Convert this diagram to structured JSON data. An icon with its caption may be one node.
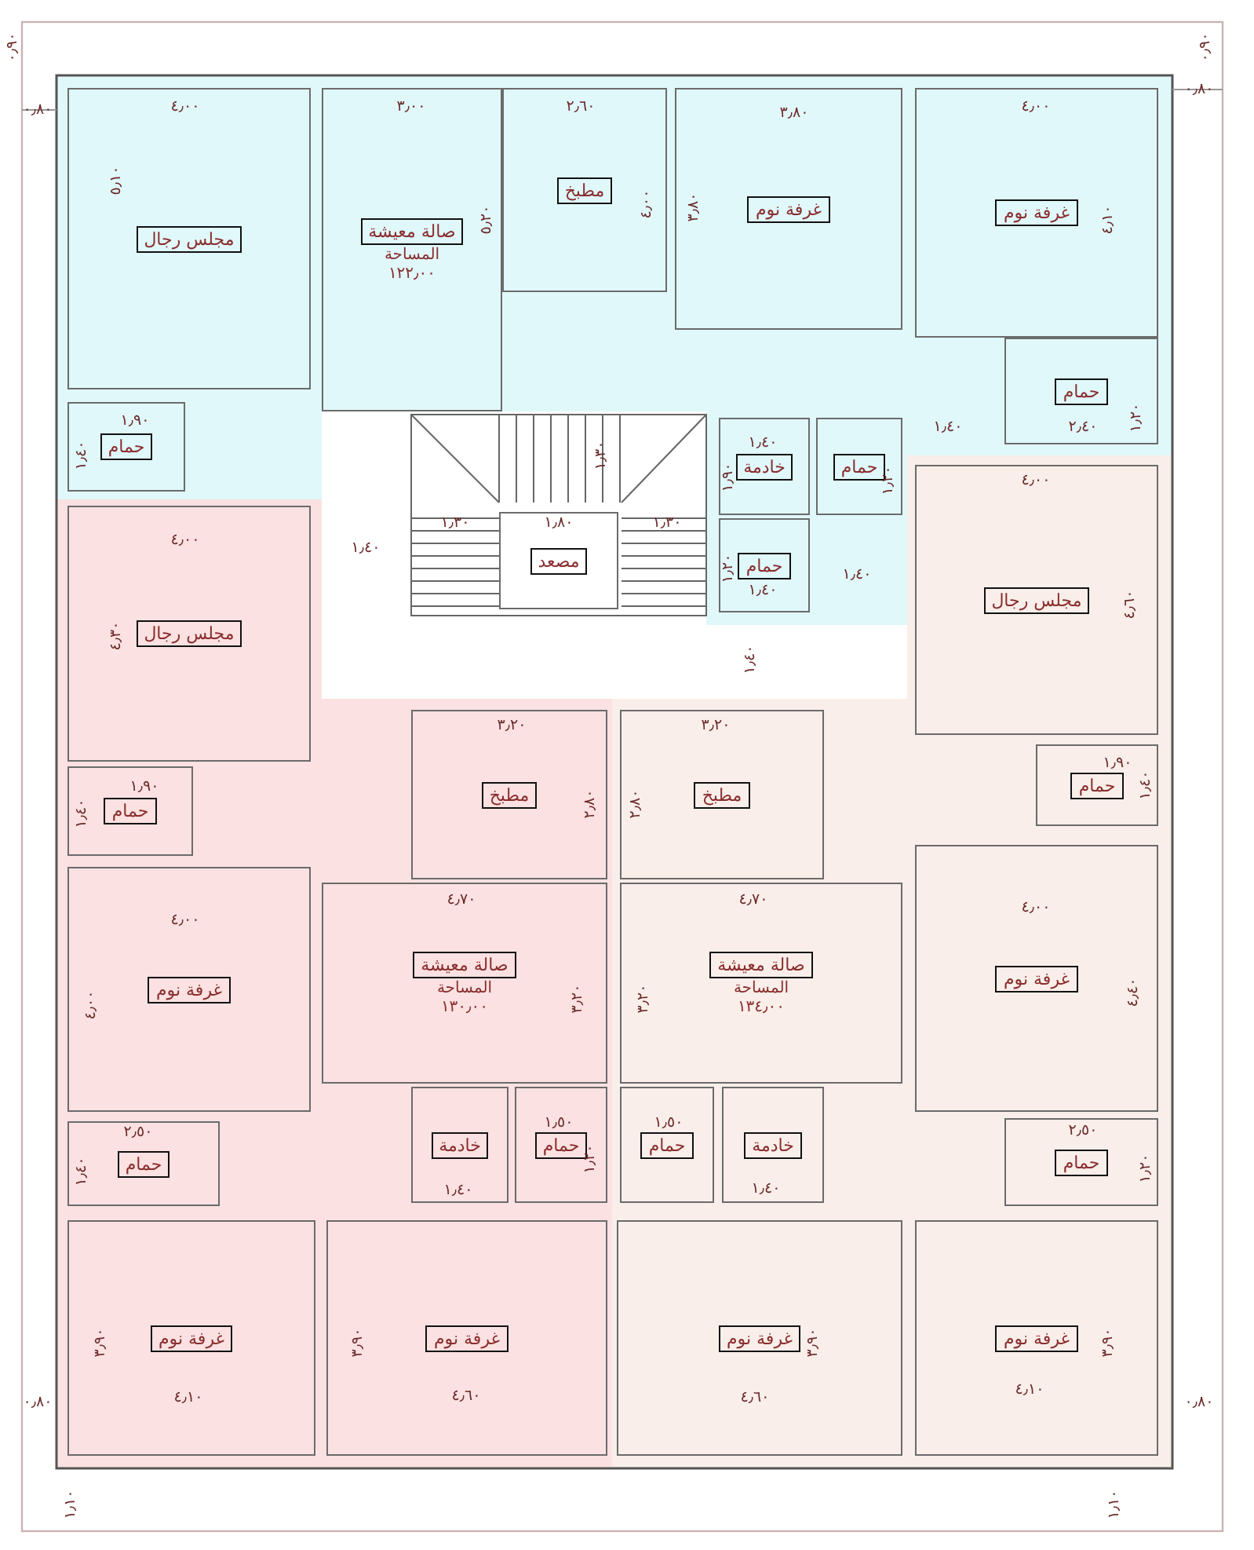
{
  "diagram": {
    "nodes": [
      {
        "text": [
          "مجلس رجال"
        ]
      },
      {
        "text": [
          "صالة معيشة",
          "المساحة",
          "١٢٢٫٠٠"
        ]
      },
      {
        "text": [
          "مطبخ"
        ]
      },
      {
        "text": [
          "غرفة نوم"
        ]
      },
      {
        "text": [
          "غرفة نوم"
        ]
      },
      {
        "text": [
          "حمام"
        ]
      },
      {
        "text": [
          "حمام"
        ]
      },
      {
        "text": [
          "خادمة"
        ]
      },
      {
        "text": [
          "حمام"
        ]
      },
      {
        "text": [
          "حمام"
        ]
      },
      {
        "text": [
          "مصعد"
        ]
      },
      {
        "text": [
          "مجلس رجال"
        ]
      },
      {
        "text": [
          "حمام"
        ]
      },
      {
        "text": [
          "مطبخ"
        ]
      },
      {
        "text": [
          "غرفة نوم"
        ]
      },
      {
        "text": [
          "صالة معيشة",
          "المساحة",
          "١٣٠٫٠٠"
        ]
      },
      {
        "text": [
          "حمام"
        ]
      },
      {
        "text": [
          "خادمة"
        ]
      },
      {
        "text": [
          "حمام"
        ]
      },
      {
        "text": [
          "غرفة نوم"
        ]
      },
      {
        "text": [
          "غرفة نوم"
        ]
      },
      {
        "text": [
          "مجلس رجال"
        ]
      },
      {
        "text": [
          "حمام"
        ]
      },
      {
        "text": [
          "مطبخ"
        ]
      },
      {
        "text": [
          "صالة معيشة",
          "المساحة",
          "١٣٤٫٠٠"
        ]
      },
      {
        "text": [
          "غرفة نوم"
        ]
      },
      {
        "text": [
          "حمام"
        ]
      },
      {
        "text": [
          "خادمة"
        ]
      },
      {
        "text": [
          "حمام"
        ]
      },
      {
        "text": [
          "غرفة نوم"
        ]
      },
      {
        "text": [
          "غرفة نوم"
        ]
      }
    ],
    "labels": [
      "٠٫٩٠",
      "٠٫٩٠",
      "٠٫٨٠",
      "٠٫٨٠",
      "٤٫٠٠",
      "٣٫٠٠",
      "٢٫٦٠",
      "٣٫٨٠",
      "٤٫٠٠",
      "٥٫١٠",
      "٥٫٢٠",
      "٤٫٠٠",
      "٣٫٨٠",
      "٤٫١٠",
      "١٫٩٠",
      "١٫٤٠",
      "١٫٤٠",
      "٢٫٤٠",
      "١٫٢٠",
      "١٫٤٠",
      "١٫٩٠",
      "١٫٢٠",
      "١٫٢٠",
      "١٫٤٠",
      "١٫٤٠",
      "١٫٤٠",
      "١٫٣٠",
      "١٫٨٠",
      "١٫٣٠",
      "١٫٣٠",
      "١٫٤٠",
      "٤٫٠٠",
      "٤٫٣٠",
      "٤٫٠٠",
      "٤٫٦٠",
      "١٫٩٠",
      "١٫٤٠",
      "١٫٩٠",
      "١٫٤٠",
      "٣٫٢٠",
      "٢٫٨٠",
      "٣٫٢٠",
      "٢٫٨٠",
      "٤٫٠٠",
      "٤٫٠٠",
      "٤٫٧٠",
      "٣٫٢٠",
      "٤٫٧٠",
      "٣٫٢٠",
      "٤٫٠٠",
      "٤٫٤٠",
      "٢٫٥٠",
      "١٫٤٠",
      "١٫٥٠",
      "١٫٢٠",
      "١٫٤٠",
      "١٫٥٠",
      "١٫٤٠",
      "٢٫٥٠",
      "١٫٢٠",
      "٣٫٩٠",
      "٣٫٩٠",
      "٣٫٩٠",
      "٣٫٩٠",
      "٠٫٨٠",
      "٠٫٨٠",
      "٤٫١٠",
      "٤٫٦٠",
      "٤٫٦٠",
      "٤٫١٠",
      "١٫١٠",
      "١٫١٠"
    ]
  }
}
